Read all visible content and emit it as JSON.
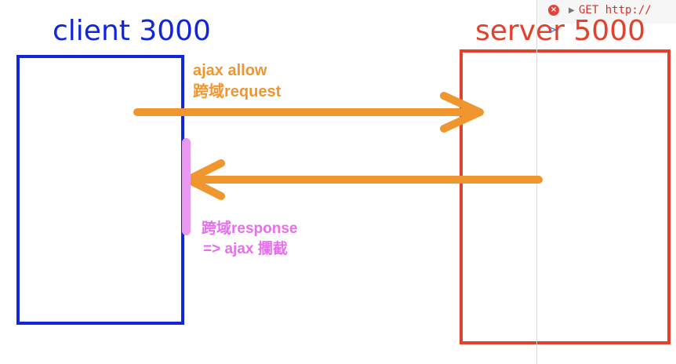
{
  "client": {
    "title": "client  3000"
  },
  "server": {
    "title": "server 5000"
  },
  "request": {
    "line1": "ajax allow",
    "line2": "跨域request"
  },
  "response": {
    "line1": "跨域response",
    "line2": "=> ajax 攔截"
  },
  "devtools": {
    "error_icon": "error-circle-icon",
    "expand_icon": "triangle-right-icon",
    "request_text": "GET http://",
    "caret": ">"
  },
  "colors": {
    "client": "#1126d8",
    "server": "#e2412b",
    "arrow": "#f0962f",
    "blocked": "#e86ef0"
  }
}
